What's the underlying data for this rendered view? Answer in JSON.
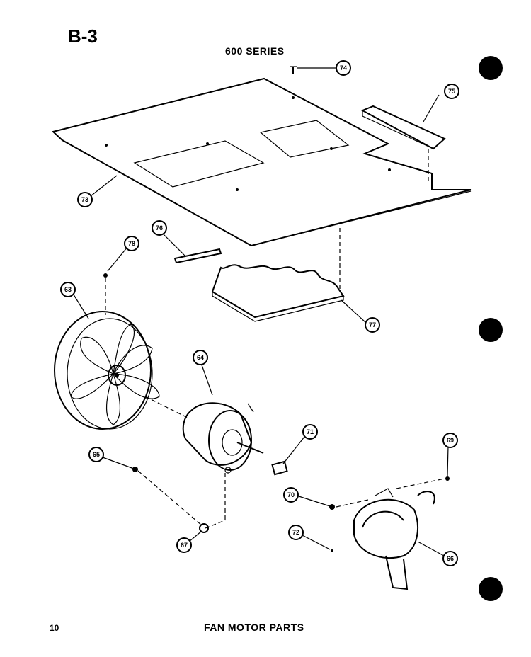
{
  "header": {
    "page_label": "B-3",
    "series_title": "600 SERIES"
  },
  "footer": {
    "page_number": "10",
    "title": "FAN MOTOR PARTS"
  },
  "callouts": {
    "c63": "63",
    "c64": "64",
    "c65": "65",
    "c66": "66",
    "c67": "67",
    "c69": "69",
    "c70": "70",
    "c71": "71",
    "c72": "72",
    "c73": "73",
    "c74": "74",
    "c75": "75",
    "c76": "76",
    "c77": "77",
    "c78": "78"
  }
}
